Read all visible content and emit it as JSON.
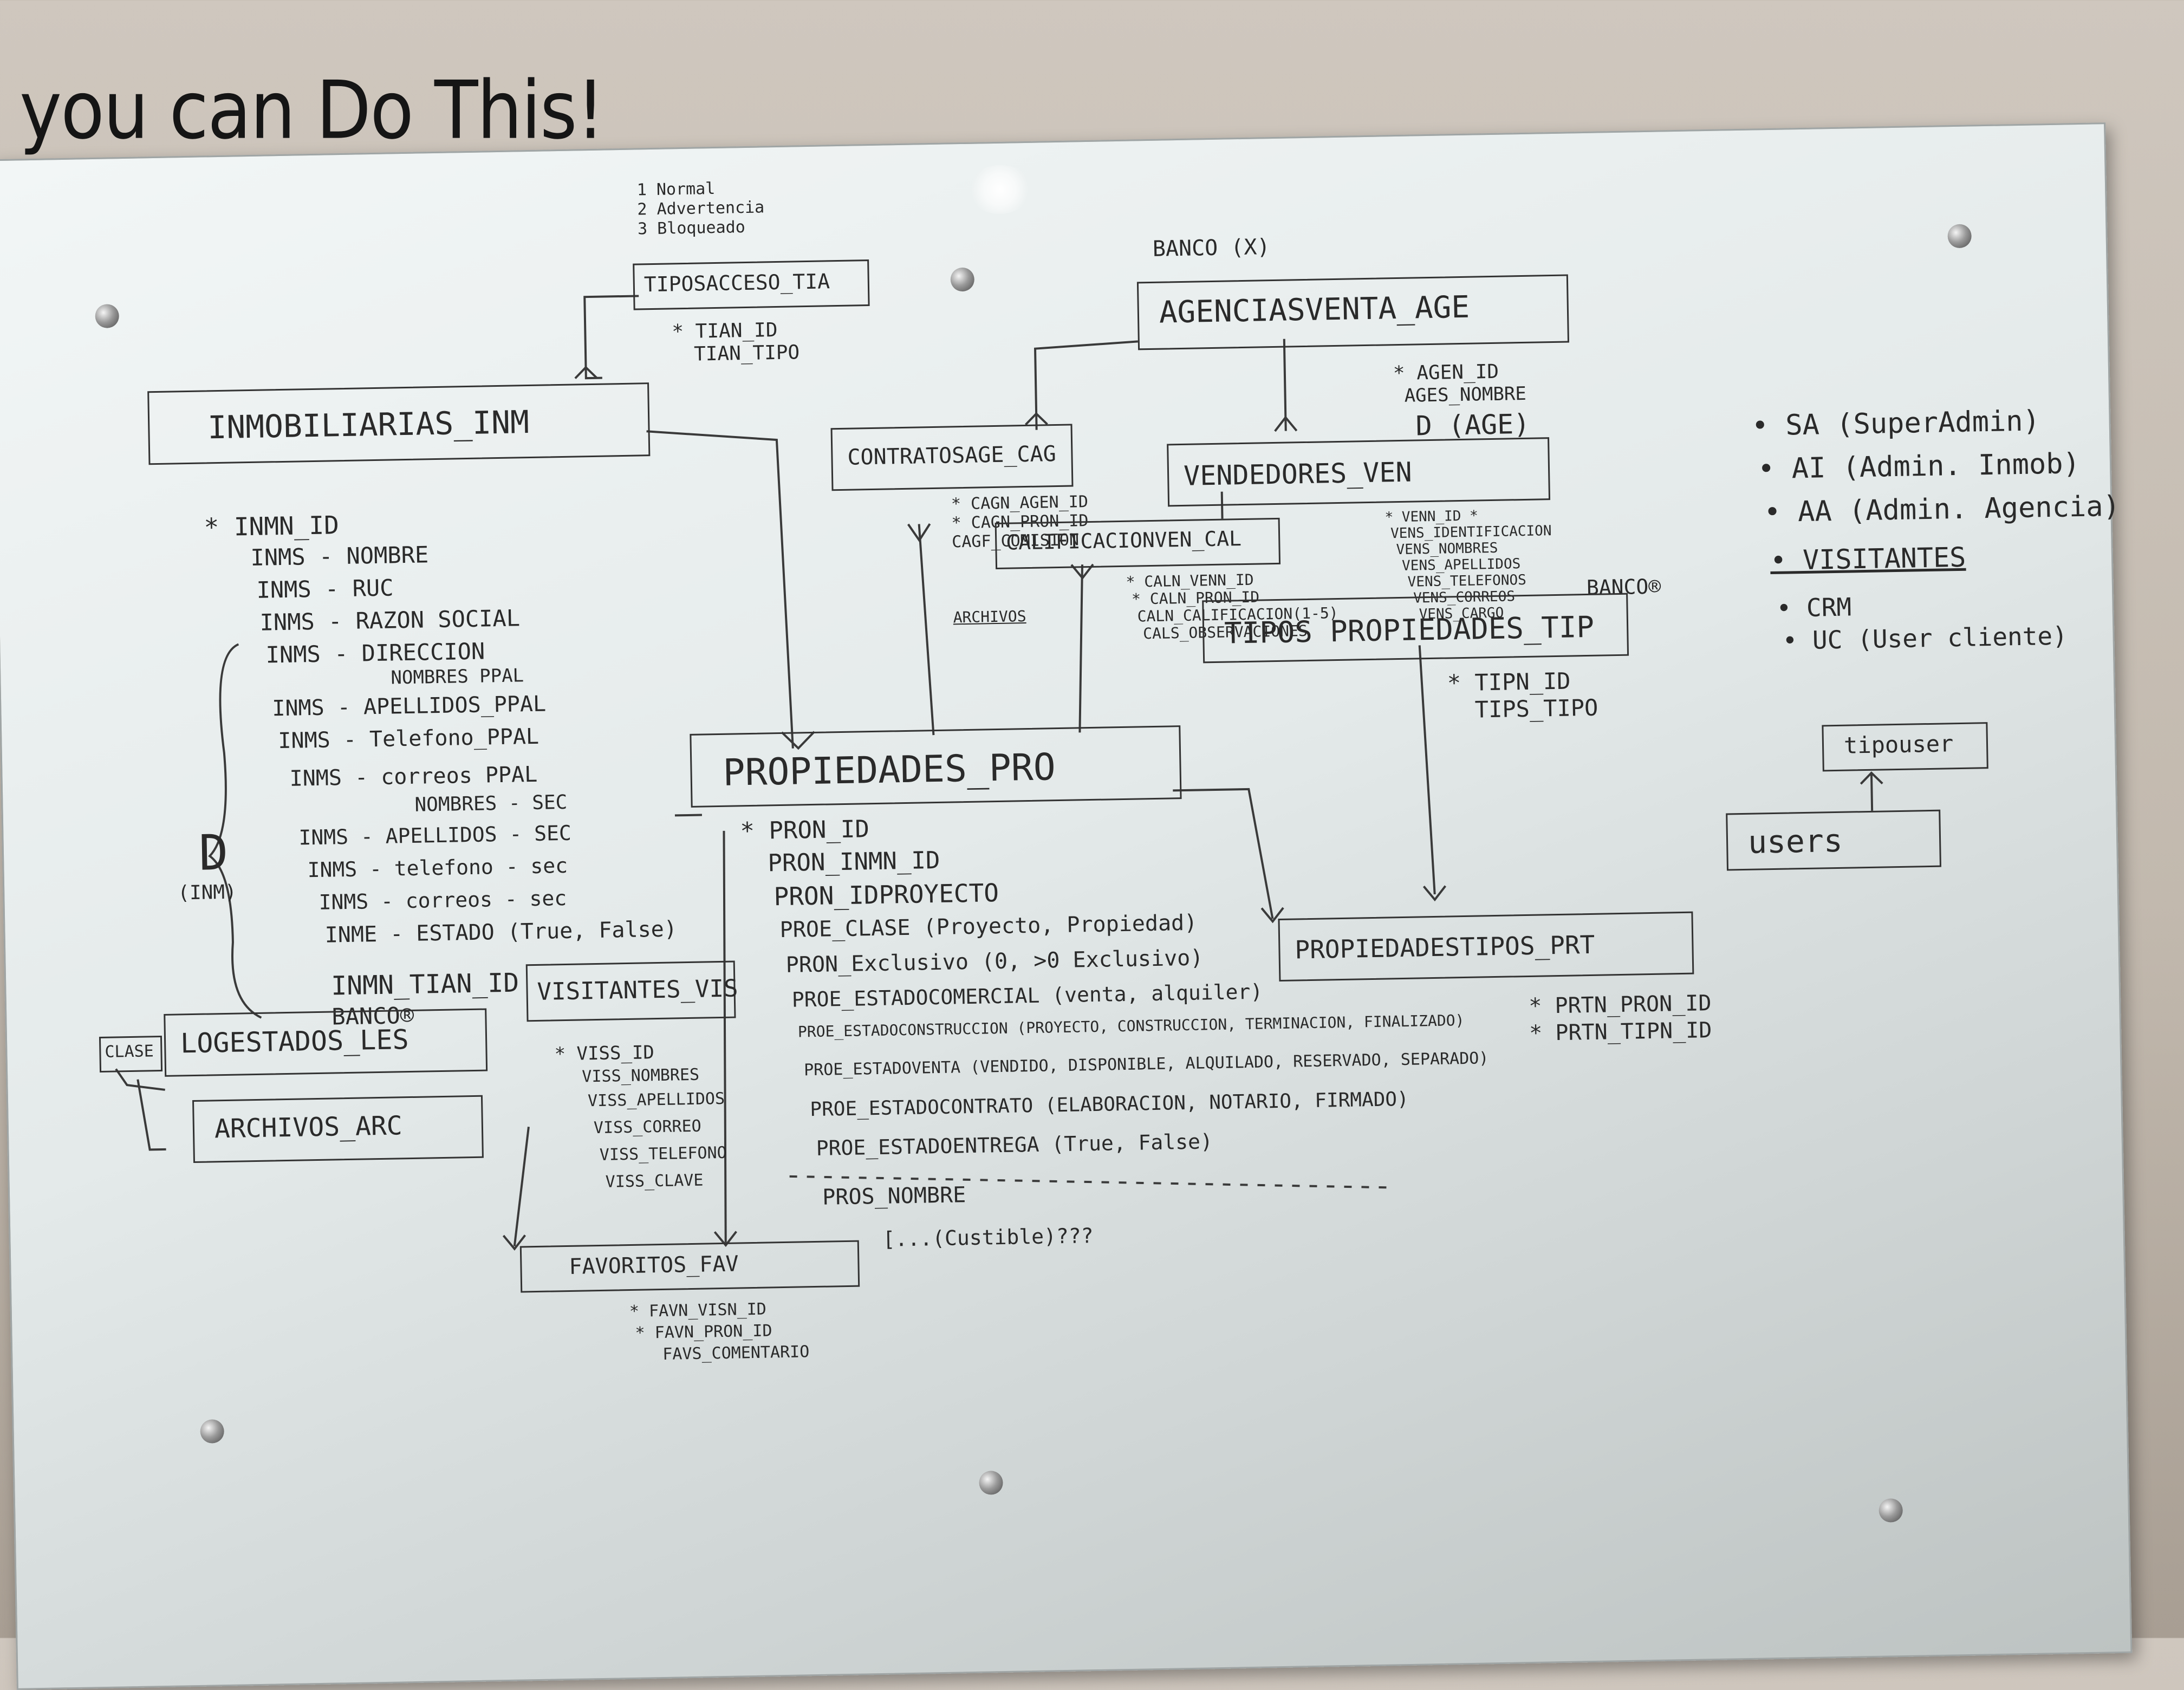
{
  "wall": {
    "slogan": "you can Do This!"
  },
  "board": {
    "tipos_acceso": {
      "header": "TIPOSACCESO_TIA",
      "options": [
        "1 Normal",
        "2 Advertencia",
        "3 Bloqueado"
      ],
      "fields": [
        "* TIAN_ID",
        "TIAN_TIPO"
      ]
    },
    "inmobiliarias": {
      "header": "INMOBILIARIAS_INM",
      "fields": [
        "* INMN_ID",
        "INMS - NOMBRE",
        "INMS - RUC",
        "INMS - RAZON SOCIAL",
        "INMS - DIRECCION",
        "NOMBRES PPAL",
        "INMS - APELLIDOS_PPAL",
        "INMS - Telefono_PPAL",
        "INMS - correos PPAL",
        "NOMBRES - SEC",
        "INMS - APELLIDOS - SEC",
        "INMS - telefono - sec",
        "INMS - correos - sec",
        "INME - ESTADO (True, False)"
      ],
      "d_label": "D",
      "d_sub": "(INM)",
      "tian_fk": "INMN_TIAN_ID",
      "banco": "BANCO®"
    },
    "contratos": {
      "header": "CONTRATOSAGE_CAG",
      "fields": [
        "* CAGN_AGEN_ID",
        "* CAGN_PRON_ID",
        "CAGF_COMISION"
      ],
      "archivos": "ARCHIVOS"
    },
    "agencias": {
      "banco_top": "BANCO (X)",
      "header": "AGENCIASVENTA_AGE",
      "fields": [
        "* AGEN_ID",
        "AGES_NOMBRE"
      ],
      "d_line": "D (AGE)"
    },
    "vendedores": {
      "header": "VENDEDORES_VEN",
      "fields": [
        "* VENN_ID *",
        "VENS_IDENTIFICACION",
        "VENS_NOMBRES",
        "VENS_APELLIDOS",
        "VENS_TELEFONOS",
        "VENS_CORREOS",
        "VENS_CARGO"
      ],
      "banco": "BANCO®"
    },
    "calificacion": {
      "header": "CALIFICACIONVEN_CAL",
      "fields": [
        "* CALN_VENN_ID",
        "* CALN_PRON_ID",
        "CALN_CALIFICACION(1-5)",
        "CALS_OBSERVACIONES"
      ]
    },
    "tipos_propiedades": {
      "header": "TIPOS PROPIEDADES_TIP",
      "fields": [
        "* TIPN_ID",
        "TIPS_TIPO"
      ]
    },
    "propiedades": {
      "header": "PROPIEDADES_PRO",
      "fields": [
        "* PRON_ID",
        "PRON_INMN_ID",
        "PRON_IDPROYECTO",
        "PROE_CLASE (Proyecto, Propiedad)",
        "PRON_Exclusivo (0, >0 Exclusivo)",
        "PROE_ESTADOCOMERCIAL (venta, alquiler)",
        "PROE_ESTADOCONSTRUCCION (PROYECTO, CONSTRUCCION, TERMINACION, FINALIZADO)",
        "PROE_ESTADOVENTA (VENDIDO, DISPONIBLE, ALQUILADO, RESERVADO, SEPARADO)",
        "PROE_ESTADOCONTRATO (ELABORACION, NOTARIO, FIRMADO)",
        "PROE_ESTADOENTREGA (True, False)",
        "PROS_NOMBRE",
        "[...(Custible)???"
      ]
    },
    "propiedades_tipos": {
      "header": "PROPIEDADESTIPOS_PRT",
      "fields": [
        "* PRTN_PRON_ID",
        "* PRTN_TIPN_ID"
      ]
    },
    "roles": [
      "• SA (SuperAdmin)",
      "• AI (Admin. Inmob)",
      "• AA (Admin. Agencia)",
      "• VISITANTES",
      "• CRM",
      "• UC (User cliente)"
    ],
    "tipouser": "tipouser",
    "users": "users",
    "log_estados": {
      "header": "LOGESTADOS_LES"
    },
    "clase_tag": "CLASE",
    "archivos": {
      "header": "ARCHIVOS_ARC"
    },
    "visitantes": {
      "header": "VISITANTES_VIS",
      "fields": [
        "* VISS_ID",
        "VISS_NOMBRES",
        "VISS_APELLIDOS",
        "VISS_CORREO",
        "VISS_TELEFONO",
        "VISS_CLAVE"
      ]
    },
    "favoritos": {
      "header": "FAVORITOS_FAV",
      "fields": [
        "* FAVN_VISN_ID",
        "* FAVN_PRON_ID",
        "FAVS_COMENTARIO"
      ]
    }
  }
}
